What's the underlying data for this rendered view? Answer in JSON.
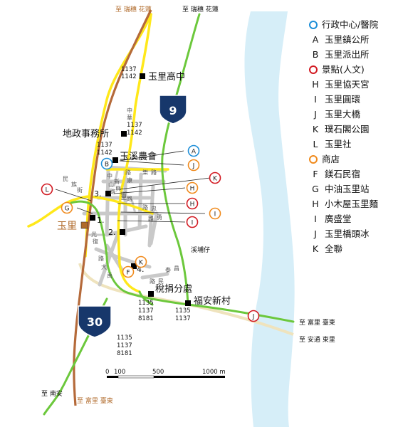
{
  "colors": {
    "admin": "#1e8fd8",
    "attraction": "#d21a22",
    "shop": "#f08a1c",
    "river": "#d6eef8",
    "highway": "#6cc83c",
    "county_road": "#ffe81a",
    "railway": "#b56a3a",
    "old_rail": "#efe3bd",
    "local_road": "#c9c9c9",
    "township_label": "#b06a2a",
    "shield": "#17376b"
  },
  "directions": {
    "top_rail": "至 瑞穗 花蓮",
    "top_highway": "至 瑞穗 花蓮",
    "right_top": "至 富里 臺東",
    "right_bottom": "至 安通 東里",
    "bottom_left": "至 南安",
    "bottom_rail": "至 富里 臺東"
  },
  "places": {
    "yuli_high": "玉里高中",
    "land_office": "地政事務所",
    "farmers_assoc": "玉溪農會",
    "tax_office": "稅捐分處",
    "fuan": "福安新村",
    "xipu": "溪埔仔",
    "township": "玉里"
  },
  "route_shields": {
    "hwy9": "9",
    "hwy30": "30"
  },
  "bus_stops": {
    "s1": [
      "1137",
      "1142"
    ],
    "s2": [
      "1137",
      "1142"
    ],
    "s3": [
      "1137",
      "1142"
    ],
    "s4": [
      "1135",
      "1137",
      "8181"
    ],
    "s5": [
      "1135",
      "1137"
    ],
    "s6": [
      "1135",
      "1137",
      "8181"
    ]
  },
  "numbers": {
    "n1": "1.",
    "n2": "2.",
    "n3": "3.",
    "n4": "4."
  },
  "street_chars": [
    "中",
    "華",
    "路",
    "康",
    "樂",
    "路",
    "新",
    "興",
    "街",
    "民",
    "族",
    "街",
    "中",
    "山",
    "路",
    "光",
    "復",
    "路",
    "大",
    "禹",
    "路",
    "忠",
    "勇",
    "路",
    "泰",
    "昌",
    "路",
    "民",
    "生",
    "路",
    "路",
    "路"
  ],
  "scale": {
    "t0": "0",
    "t100": "100",
    "t500": "500",
    "t1000": "1000 m"
  },
  "markers": {
    "A": "A",
    "B": "B",
    "F": "F",
    "G": "G",
    "H": "H",
    "H2": "H",
    "I": "I",
    "I2": "I",
    "J": "J",
    "J2": "J",
    "K": "K",
    "K2": "K",
    "L": "L"
  },
  "legend": {
    "items": [
      {
        "mark": "",
        "label": "行政中心/醫院",
        "kind": "admin"
      },
      {
        "mark": "A",
        "label": "玉里鎮公所",
        "kind": "letter"
      },
      {
        "mark": "B",
        "label": "玉里派出所",
        "kind": "letter"
      },
      {
        "mark": "",
        "label": "景點(人文)",
        "kind": "attraction"
      },
      {
        "mark": "H",
        "label": "玉里協天宮",
        "kind": "letter"
      },
      {
        "mark": "I",
        "label": "玉里圓環",
        "kind": "letter"
      },
      {
        "mark": "J",
        "label": "玉里大橋",
        "kind": "letter"
      },
      {
        "mark": "K",
        "label": "璞石閣公園",
        "kind": "letter"
      },
      {
        "mark": "L",
        "label": "玉里社",
        "kind": "letter"
      },
      {
        "mark": "",
        "label": "商店",
        "kind": "shop"
      },
      {
        "mark": "F",
        "label": "鎂石民宿",
        "kind": "letter"
      },
      {
        "mark": "G",
        "label": "中油玉里站",
        "kind": "letter"
      },
      {
        "mark": "H",
        "label": "小木屋玉里麵",
        "kind": "letter"
      },
      {
        "mark": "I",
        "label": "廣盛堂",
        "kind": "letter"
      },
      {
        "mark": "J",
        "label": "玉里橋頭冰",
        "kind": "letter"
      },
      {
        "mark": "K",
        "label": "全聯",
        "kind": "letter"
      }
    ]
  }
}
